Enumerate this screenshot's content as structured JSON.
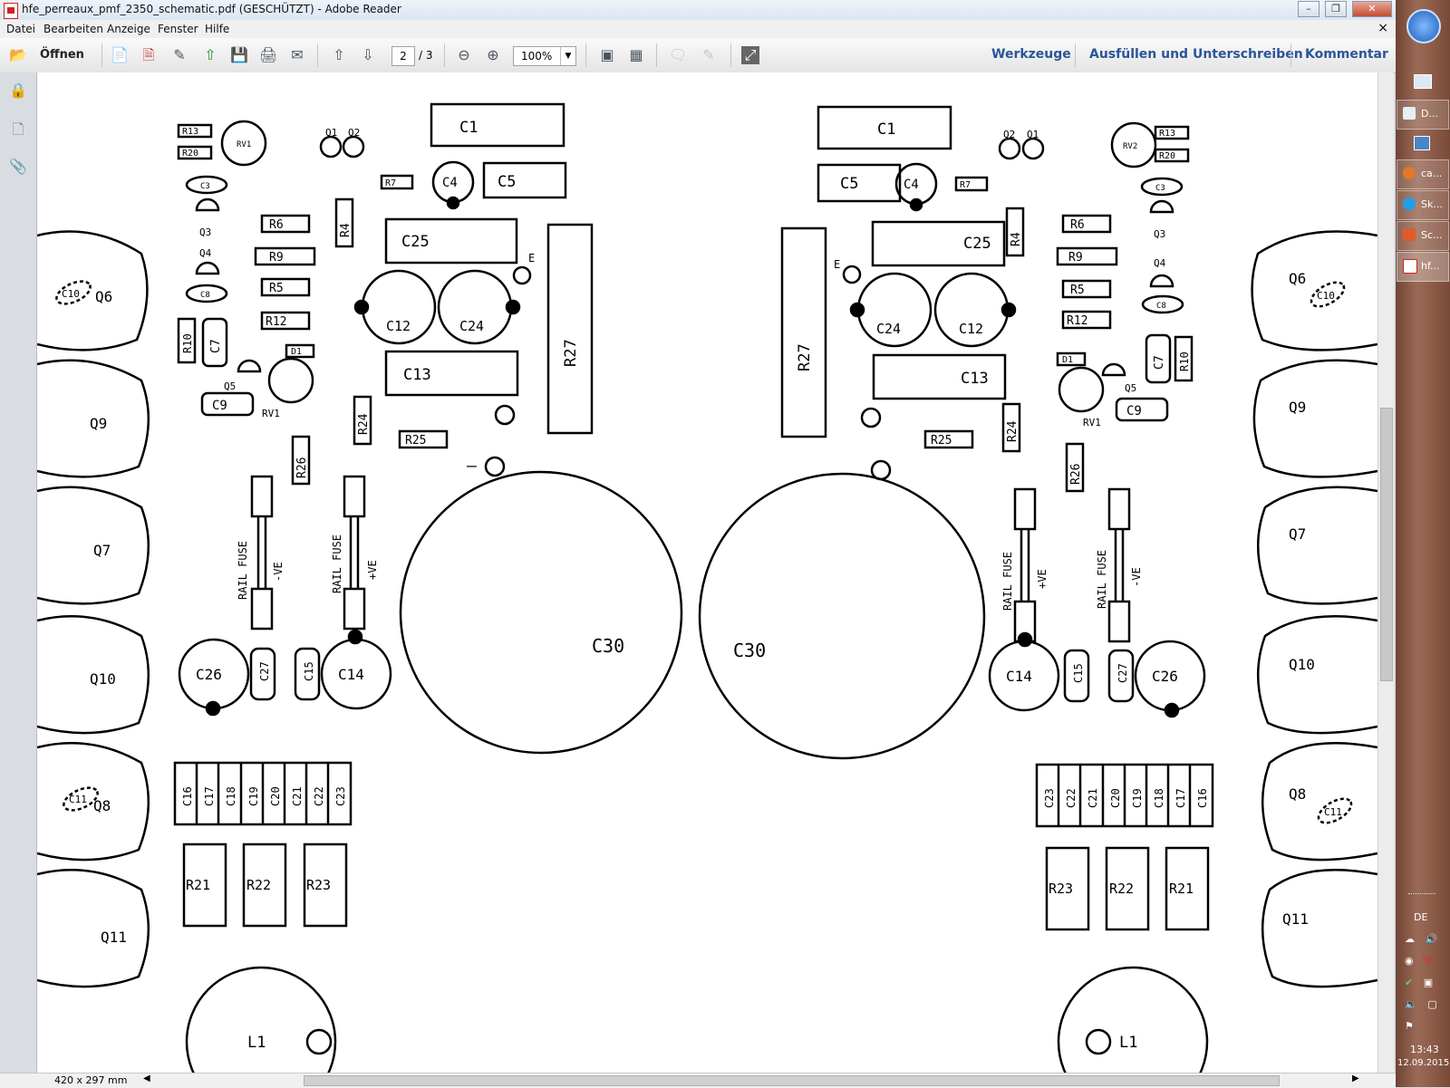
{
  "window": {
    "title": "hfe_perreaux_pmf_2350_schematic.pdf (GESCHÜTZT) - Adobe Reader",
    "controls": [
      "–",
      "❐",
      "✕"
    ]
  },
  "menu": {
    "items": [
      "Datei",
      "Bearbeiten",
      "Anzeige",
      "Fenster",
      "Hilfe"
    ],
    "close_doc": "×"
  },
  "toolbar": {
    "open_label": "Öffnen",
    "page_current": "2",
    "page_total": "/ 3",
    "zoom": "100%",
    "right_links": [
      "Werkzeuge",
      "Ausfüllen und Unterschreiben",
      "Kommentar"
    ]
  },
  "status": {
    "page_size": "420 x 297 mm"
  },
  "taskbar": {
    "buttons": [
      {
        "label": "D...",
        "icon": "document-icon"
      },
      {
        "label": "ca...",
        "icon": "firefox-icon"
      },
      {
        "label": "Sk...",
        "icon": "skype-icon"
      },
      {
        "label": "Sc...",
        "icon": "screenshot-icon"
      },
      {
        "label": "hf...",
        "icon": "pdf-icon"
      }
    ],
    "language": "DE",
    "time": "13:43",
    "date": "12.09.2015"
  },
  "pcb": {
    "left": {
      "caps_row": [
        "C16",
        "C17",
        "C18",
        "C19",
        "C20",
        "C21",
        "C22",
        "C23"
      ],
      "resistors_bottom": [
        "R21",
        "R22",
        "R23"
      ],
      "transistors": [
        "Q6",
        "Q9",
        "Q7",
        "Q10",
        "Q8",
        "Q11"
      ]
    },
    "right": {
      "caps_row": [
        "C23",
        "C22",
        "C21",
        "C20",
        "C19",
        "C18",
        "C17",
        "C16"
      ],
      "resistors_bottom": [
        "R23",
        "R22",
        "R21"
      ],
      "transistors": [
        "Q6",
        "Q9",
        "Q7",
        "Q10",
        "Q8",
        "Q11"
      ]
    },
    "labels": {
      "c1": "C1",
      "c4": "C4",
      "c5": "C5",
      "c25": "C25",
      "c12": "C12",
      "c24": "C24",
      "c13": "C13",
      "r27": "R27",
      "r6": "R6",
      "r9": "R9",
      "r5": "R5",
      "r12": "R12",
      "r4": "R4",
      "r24": "R24",
      "r25": "R25",
      "r26": "R26",
      "r7": "R7",
      "r10": "R10",
      "c7": "C7",
      "c9": "C9",
      "c8": "C8",
      "c3": "C3",
      "rv1": "RV1",
      "rv2": "RV2",
      "r13": "R13",
      "r20": "R20",
      "q1": "Q1",
      "q2": "Q2",
      "q3": "Q3",
      "q4": "Q4",
      "q5": "Q5",
      "d1": "D1",
      "c26": "C26",
      "c27": "C27",
      "c15": "C15",
      "c14": "C14",
      "c30": "C30",
      "l1": "L1",
      "c10": "C10",
      "c11": "C11",
      "rail_fuse": "RAIL FUSE",
      "neg_ve": "-VE",
      "pos_ve": "+VE",
      "e": "E",
      "plus": "+",
      "minus": "–"
    }
  }
}
